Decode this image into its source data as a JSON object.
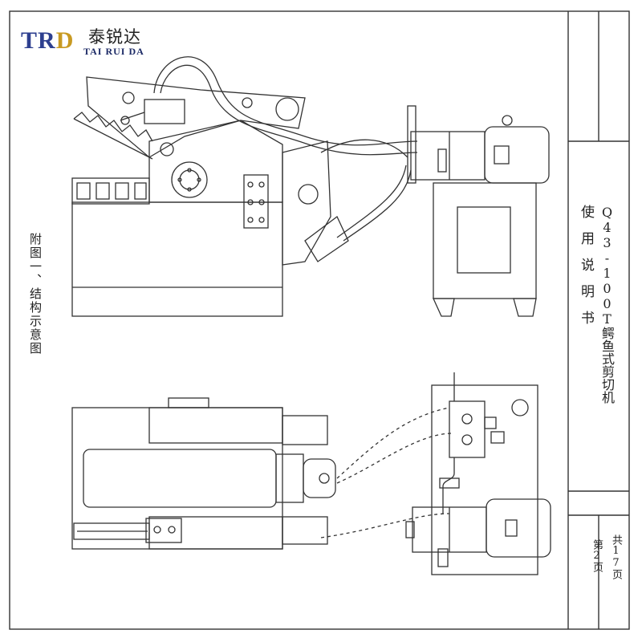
{
  "logo": {
    "mark": "TR",
    "mark_accent": "D",
    "chinese": "泰锐达",
    "english": "TAI RUI DA"
  },
  "title_block": {
    "model": "Q43-100T鳄鱼式剪切机",
    "document": "使用说明书",
    "total_pages": "共17页",
    "page": "第2页"
  },
  "figure_caption": "附图一、结构示意图",
  "colors": {
    "line": "#333333",
    "logo_blue": "#2d3f8f",
    "logo_gold": "#c89a22"
  }
}
